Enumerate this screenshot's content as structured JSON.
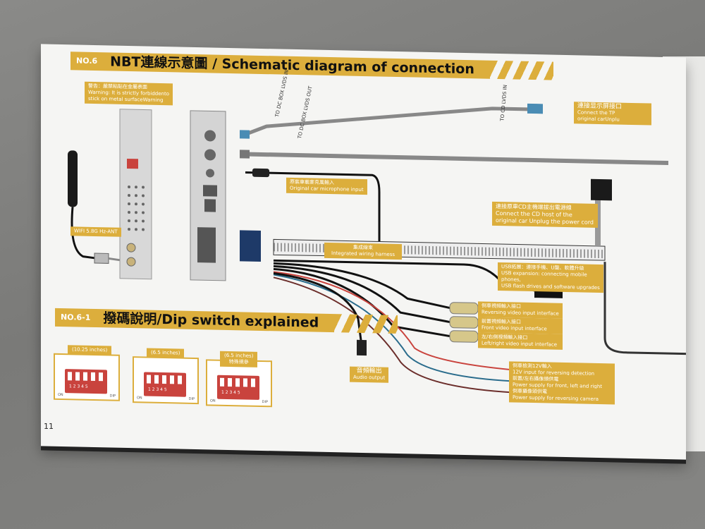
{
  "page_number": "11",
  "section_1": {
    "number": "NO.6",
    "title": "NBT連線示意圖 / Schematic diagram of connection"
  },
  "section_2": {
    "number": "NO.6-1",
    "title": "撥碼說明/Dip switch explained"
  },
  "warning": {
    "zh": "警告：嚴禁粘貼在金屬表面",
    "en1": "Warning: It is strictly forbiddento",
    "en2": "stick on metal surfaceWarning"
  },
  "wifi_label": "WIFI 5.8G Hz-ANT",
  "cable_labels": {
    "lvds_in": "TO DC BOX LVDS IN",
    "lvds_out": "TO DC BOX LVDS OUT",
    "to_cd_lvds_in": "TO CD LVDS IN"
  },
  "screen_connect": {
    "zh": "連接显示屏接口",
    "en1": "Connect the TP",
    "en2": "original carUnplu"
  },
  "microphone": {
    "zh": "原裝車載麥克風輸入",
    "en": "Original car microphone input"
  },
  "cd_host": {
    "zh": "連接原車CD主機端拔出電源線",
    "en1": "Connect the CD host of the",
    "en2": "original car Unplug the power cord"
  },
  "harness": {
    "zh": "集成線束",
    "en": "Integrated wiring harness"
  },
  "usb": {
    "zh": "USB拓展：連接手機、U盤、軟體升級",
    "en1": "USB expansion: connecting mobile phones,",
    "en2": "USB flash drives and software upgrades"
  },
  "rca": [
    {
      "zh": "倒車視頻輸入接口",
      "en": "Reversing video input interface"
    },
    {
      "zh": "前置視頻輸入接口",
      "en": "Front video input interface"
    },
    {
      "zh": "左/右側視頻輸入接口",
      "en": "Left/right video input interface"
    }
  ],
  "power": [
    {
      "zh": "倒車檢測12V輸入",
      "en": "12V input for reversing detection"
    },
    {
      "zh": "前置/左右攝像頭供電",
      "en": "Power supply for front, left and right cameras"
    },
    {
      "zh": "倒車攝像頭供電",
      "en": "Power supply for reversing camera"
    }
  ],
  "audio": {
    "zh": "音頻輸出",
    "en": "Audio output"
  },
  "dip_switches": [
    {
      "caption": "(10.25 inches)",
      "sub": "",
      "numbers": "1 2 3 4 5",
      "on": "ON",
      "dip": "DIP"
    },
    {
      "caption": "(6.5 inches)",
      "sub": "",
      "numbers": "1 2 3 4 5",
      "on": "ON",
      "dip": "DIP"
    },
    {
      "caption": "(6.5 inches)",
      "sub": "特殊規參",
      "numbers": "1 2 3 4 5",
      "on": "ON",
      "dip": "DIP"
    }
  ],
  "colors": {
    "accent": "#dcae3c",
    "dip_red": "#c9433d",
    "wire_black": "#111111"
  }
}
